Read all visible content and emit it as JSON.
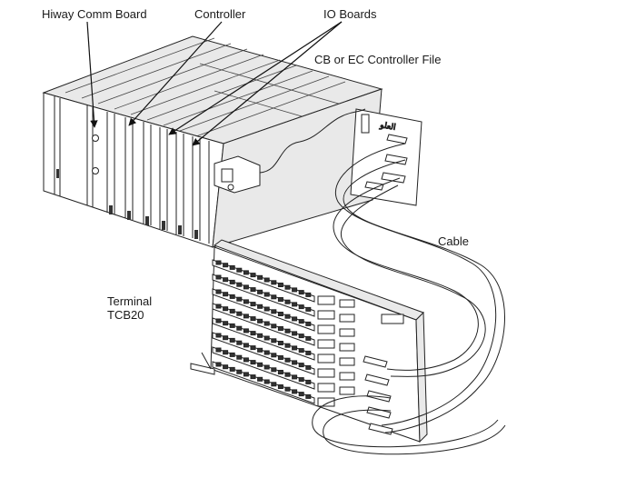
{
  "labels": {
    "hiway_comm_board": "Hiway Comm Board",
    "controller": "Controller",
    "io_boards": "IO Boards",
    "controller_file": "CB or EC Controller File",
    "cable": "Cable",
    "terminal_line1": "Terminal",
    "terminal_line2": "TCB20"
  }
}
